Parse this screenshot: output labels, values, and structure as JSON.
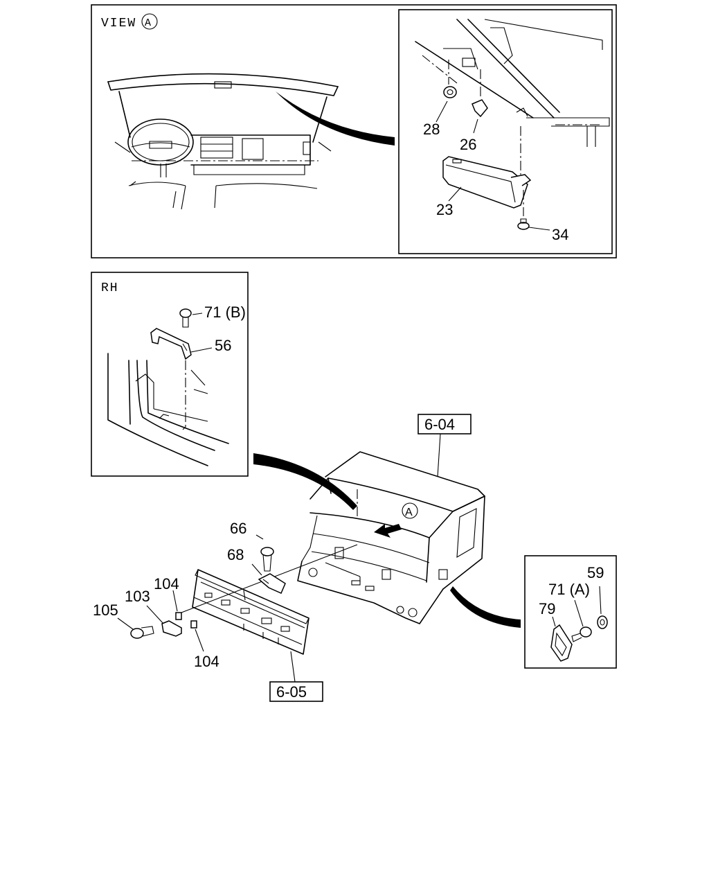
{
  "view_title": "VIEW",
  "view_letter": "A",
  "rh_title": "RH",
  "callouts": {
    "p28": "28",
    "p26": "26",
    "p23": "23",
    "p34": "34",
    "p71b": "71 (B)",
    "p56": "56",
    "p66": "66",
    "p68": "68",
    "p104a": "104",
    "p103": "103",
    "p105": "105",
    "p104b": "104",
    "p59": "59",
    "p71a": "71 (A)",
    "p79": "79"
  },
  "ref_boxes": {
    "r604": "6-04",
    "r605": "6-05"
  },
  "arrow_letter": "A"
}
